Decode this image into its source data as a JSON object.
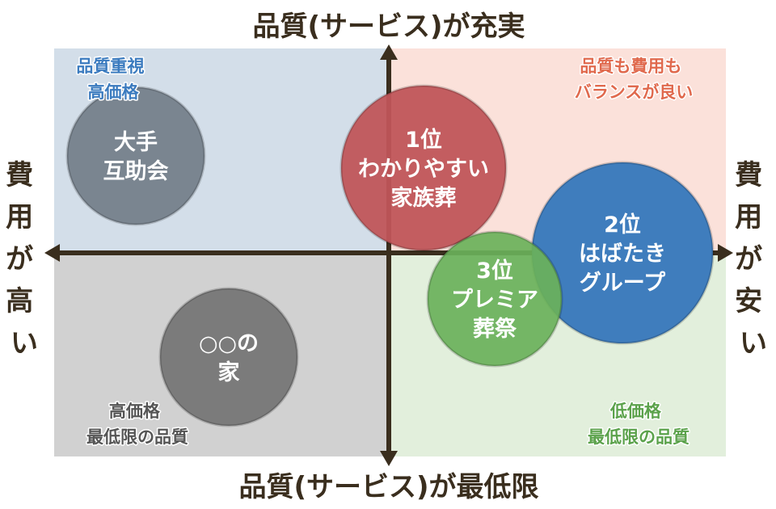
{
  "axes": {
    "top": "品質(サービス)が充実",
    "bottom": "品質(サービス)が最低限",
    "left": [
      "費",
      "用",
      "が",
      "高",
      "い"
    ],
    "right": [
      "費",
      "用",
      "が",
      "安",
      "い"
    ]
  },
  "quadrants": {
    "top_left": {
      "lines": [
        "品質重視",
        "高価格"
      ],
      "bg": "#d3dee9",
      "text_color": "#3b7bbf"
    },
    "top_right": {
      "lines": [
        "品質も費用も",
        "バランスが良い"
      ],
      "bg": "#fbe1da",
      "text_color": "#e0694d"
    },
    "bottom_left": {
      "lines": [
        "高価格",
        "最低限の品質"
      ],
      "bg": "#d1d1d1",
      "text_color": "#555555"
    },
    "bottom_right": {
      "lines": [
        "低価格",
        "最低限の品質"
      ],
      "bg": "#e2efdc",
      "text_color": "#5ba24b"
    }
  },
  "circles": [
    {
      "lines": [
        "大手",
        "互助会"
      ],
      "color": "#7a8590"
    },
    {
      "lines": [
        "1位",
        "わかりやすい",
        "家族葬"
      ],
      "color": "#c0555a"
    },
    {
      "lines": [
        "2位",
        "はばたき",
        "グループ"
      ],
      "color": "#3f7dbd"
    },
    {
      "lines": [
        "3位",
        "プレミア",
        "葬祭"
      ],
      "color": "#6ab15a"
    },
    {
      "lines": [
        "○○の",
        "家"
      ],
      "color": "#7b7b7b"
    }
  ],
  "axis_color": "#3a2e1e"
}
